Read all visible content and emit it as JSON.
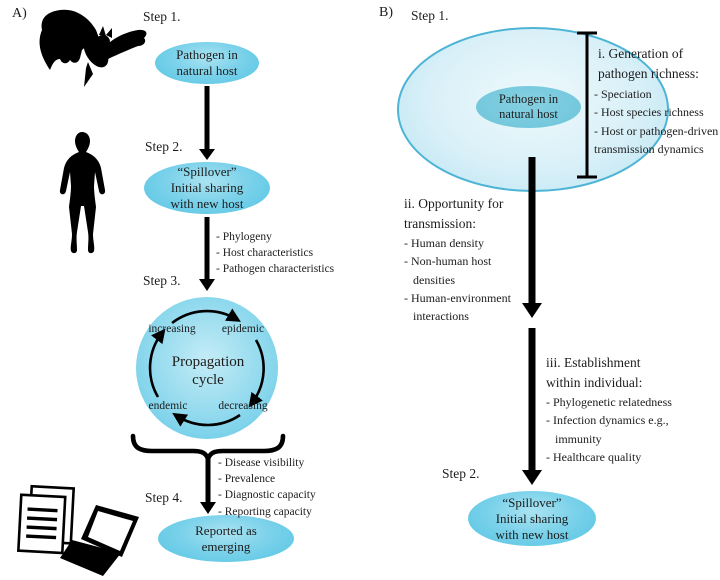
{
  "figure": {
    "title": "Pathogen emergence and spillover flow diagram"
  },
  "colors": {
    "ellipse_edge": "#55c4e3",
    "ellipse_center": "#abe3f2",
    "circle_center": "#c4ecf6",
    "big_ellipse_fill": "#d9f0f8",
    "big_ellipse_border": "#4db4d5",
    "inner_ellipse": "#6ec5da",
    "text": "#1c1c1c",
    "arrow": "#000000"
  },
  "icons": {
    "natural_host": "bat-icon",
    "new_host": "human-icon",
    "reporting_documents": "papers-icon",
    "reporting_computer": "laptop-icon"
  },
  "panel_a": {
    "label": "A)",
    "step1": "Step 1.",
    "step2": "Step 2.",
    "step3": "Step 3.",
    "step4": "Step 4.",
    "ellipse1": "Pathogen in\nnatural host",
    "ellipse2": "“Spillover”\nInitial sharing\nwith new host",
    "arrow2_notes": "- Phylogeny\n- Host characteristics\n- Pathogen characteristics",
    "cycle": {
      "center": "Propagation\ncycle",
      "top_left": "increasing",
      "top_right": "epidemic",
      "bottom_left": "endemic",
      "bottom_right": "decreasing"
    },
    "brace_notes": "- Disease visibility\n- Prevalence\n- Diagnostic capacity\n- Reporting capacity",
    "ellipse4": "Reported as\nemerging"
  },
  "panel_b": {
    "label": "B)",
    "step1": "Step 1.",
    "step2": "Step 2.",
    "inner_ellipse": "Pathogen in\nnatural host",
    "section_i": {
      "heading": "i. Generation of\npathogen richness:",
      "items": "- Speciation\n- Host species richness\n- Host or pathogen-driven\ntransmission dynamics"
    },
    "section_ii": {
      "heading": "ii. Opportunity for\ntransmission:",
      "items": "- Human density\n- Non-human host\n   densities\n- Human-environment\n   interactions"
    },
    "section_iii": {
      "heading": "iii. Establishment\nwithin individual:",
      "items": "- Phylogenetic relatedness\n- Infection dynamics e.g.,\n   immunity\n- Healthcare quality"
    },
    "ellipse2": "“Spillover”\nInitial sharing\nwith new host"
  }
}
